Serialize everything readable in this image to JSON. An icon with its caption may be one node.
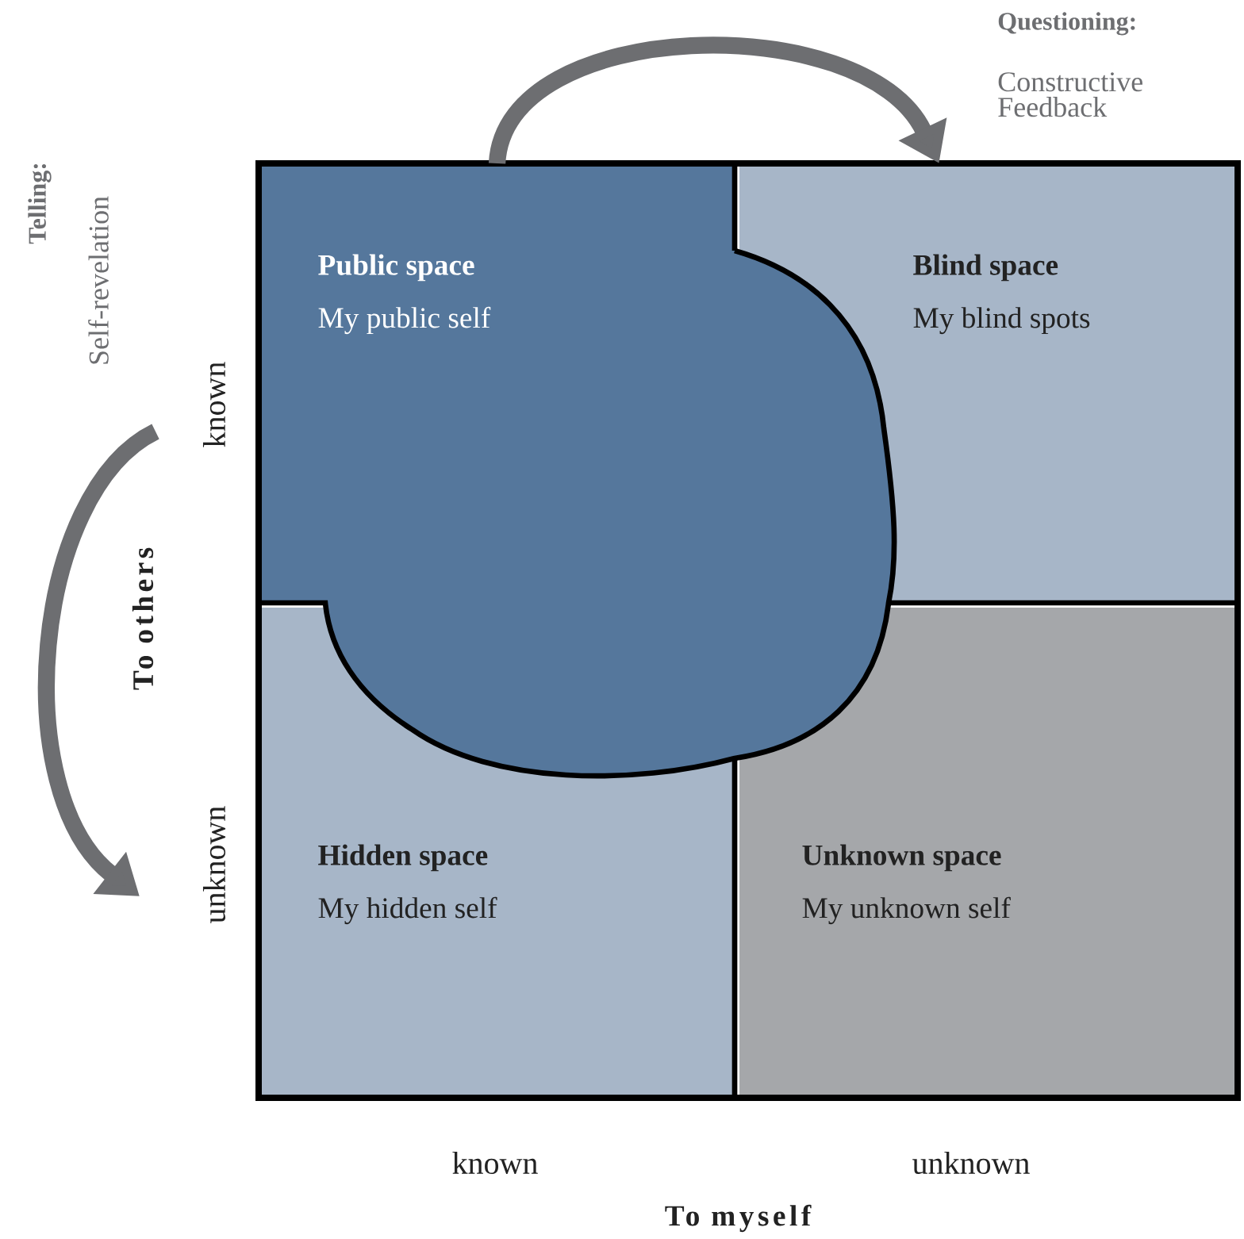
{
  "diagram": {
    "nodes": [
      {
        "text": [
          "Public space",
          "My public self"
        ]
      },
      {
        "text": [
          "Blind space",
          "My blind spots"
        ]
      },
      {
        "text": [
          "Hidden space",
          "My hidden self"
        ]
      },
      {
        "text": [
          "Unknown space",
          "My unknown self"
        ]
      }
    ],
    "edges": [
      {
        "from": 0,
        "to": 1,
        "arrow": "to"
      }
    ],
    "labels": [
      "Questioning:",
      "Constructive Feedback",
      "Telling:",
      "Self-revelation",
      "known",
      "To others",
      "unknown",
      "known",
      "unknown",
      "To myself"
    ]
  }
}
